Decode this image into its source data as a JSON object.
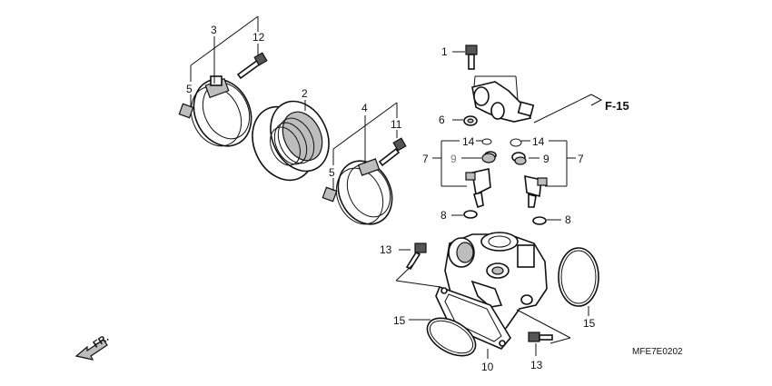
{
  "parts": {
    "p1": "1",
    "p2": "2",
    "p3": "3",
    "p4": "4",
    "p5a": "5",
    "p5b": "5",
    "p6": "6",
    "p7a": "7",
    "p7b": "7",
    "p8a": "8",
    "p8b": "8",
    "p9a": "9",
    "p9b": "9",
    "p10": "10",
    "p11": "11",
    "p12": "12",
    "p13a": "13",
    "p13b": "13",
    "p14a": "14",
    "p14b": "14",
    "p15a": "15",
    "p15b": "15"
  },
  "reference": "F-15",
  "diagram_code": "MFE7E0202",
  "direction": "FR."
}
